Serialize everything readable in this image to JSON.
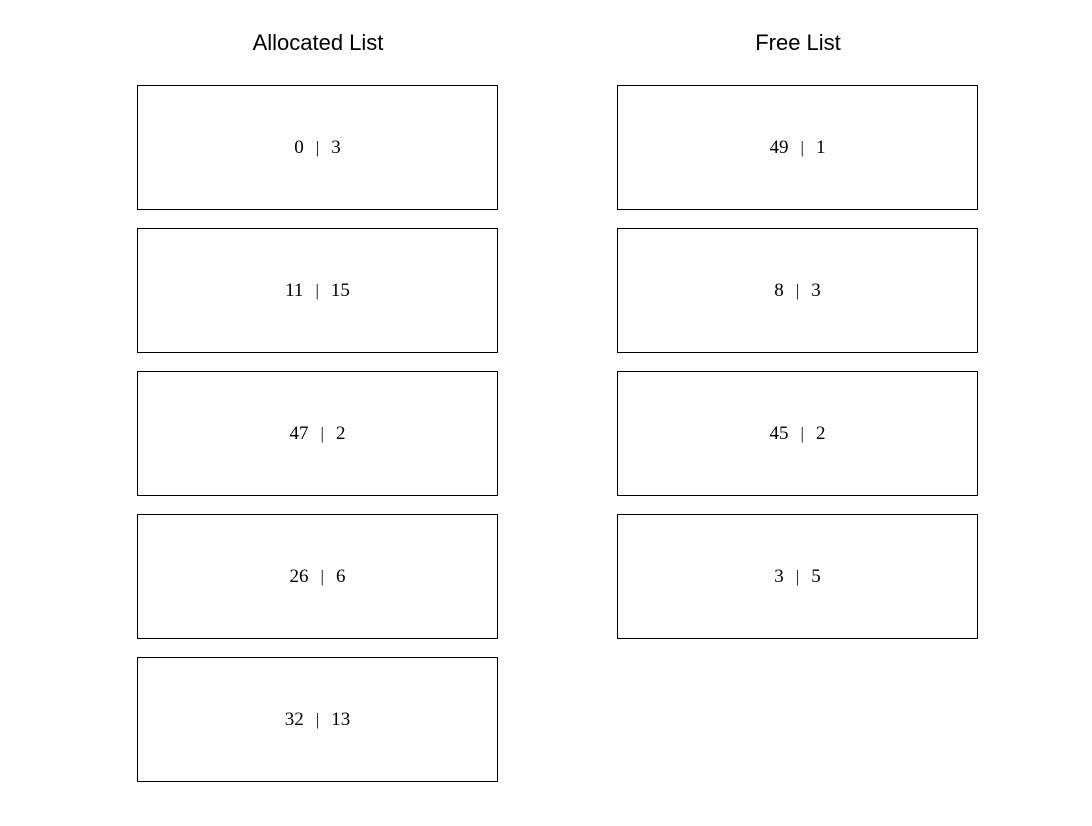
{
  "allocated": {
    "title": "Allocated List",
    "blocks": [
      {
        "start": "0",
        "size": "3"
      },
      {
        "start": "11",
        "size": "15"
      },
      {
        "start": "47",
        "size": "2"
      },
      {
        "start": "26",
        "size": "6"
      },
      {
        "start": "32",
        "size": "13"
      }
    ]
  },
  "free": {
    "title": "Free List",
    "blocks": [
      {
        "start": "49",
        "size": "1"
      },
      {
        "start": "8",
        "size": "3"
      },
      {
        "start": "45",
        "size": "2"
      },
      {
        "start": "3",
        "size": "5"
      }
    ]
  },
  "separator": "|"
}
